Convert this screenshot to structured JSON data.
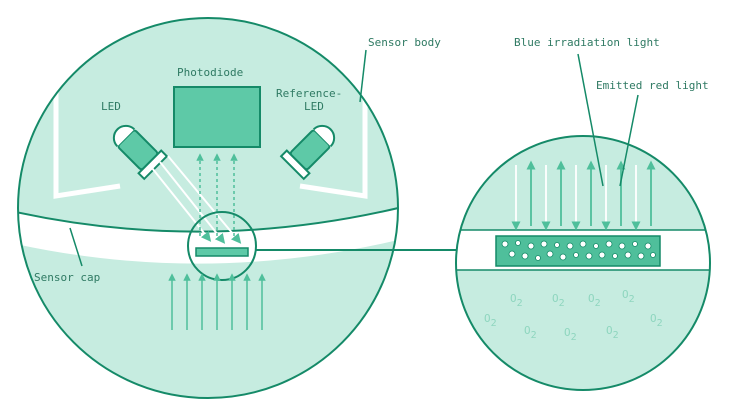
{
  "labels": {
    "photodiode": "Photodiode",
    "led": "LED",
    "reference_led_line1": "Reference-",
    "reference_led_line2": "LED",
    "sensor_body": "Sensor body",
    "blue_irradiation_light": "Blue irradiation light",
    "emitted_red_light": "Emitted red light",
    "sensor_cap": "Sensor cap",
    "oxygen": "O",
    "oxygen_subscript": "2"
  },
  "colors": {
    "circle_fill": "#c6ece0",
    "outline": "#158a68",
    "component_fill": "#5ec9a7",
    "arrow": "#4fbf9b",
    "text": "#2f7a63",
    "oxygen_text": "#8fd6bf"
  }
}
